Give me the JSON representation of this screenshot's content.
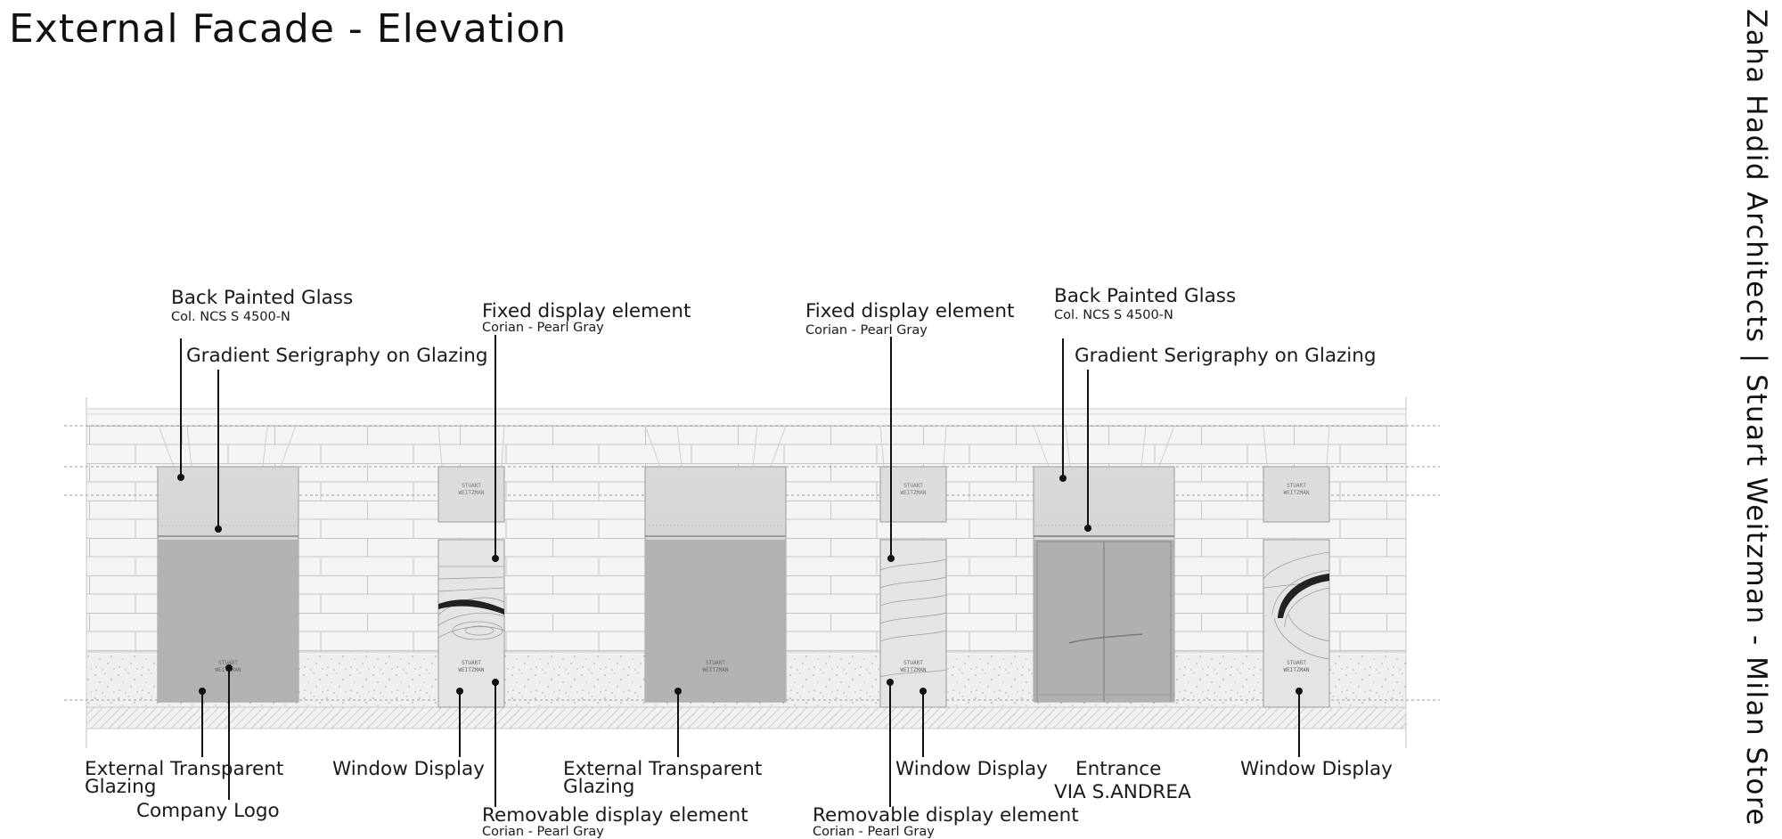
{
  "title": "External Facade - Elevation",
  "side_title": "Zaha Hadid Architects | Stuart Weitzman - Milan Store",
  "logo_text": [
    "STUART",
    "WEITZMAN"
  ],
  "annotations": {
    "back_glass_left": {
      "main": "Back Painted Glass",
      "sub": "Col. NCS S 4500-N"
    },
    "gradient_left": {
      "main": "Gradient Serigraphy on Glazing"
    },
    "fixed_display_1": {
      "main": "Fixed display element",
      "sub": "Corian - Pearl Gray"
    },
    "fixed_display_2": {
      "main": "Fixed display element",
      "sub": "Corian - Pearl Gray"
    },
    "back_glass_right": {
      "main": "Back Painted Glass",
      "sub": "Col. NCS S 4500-N"
    },
    "gradient_right": {
      "main": "Gradient Serigraphy on Glazing"
    },
    "ext_glazing_1": {
      "line1": "External Transparent",
      "line2": "Glazing"
    },
    "company_logo": {
      "main": "Company Logo"
    },
    "window_display_1": {
      "main": "Window Display"
    },
    "ext_glazing_2": {
      "line1": "External Transparent",
      "line2": "Glazing"
    },
    "removable_1": {
      "main": "Removable display element",
      "sub": "Corian - Pearl Gray"
    },
    "window_display_2": {
      "main": "Window Display"
    },
    "removable_2": {
      "main": "Removable display element",
      "sub": "Corian - Pearl Gray"
    },
    "entrance": {
      "line1": "Entrance",
      "line2": "VIA S.ANDREA"
    },
    "window_display_3": {
      "main": "Window Display"
    }
  }
}
